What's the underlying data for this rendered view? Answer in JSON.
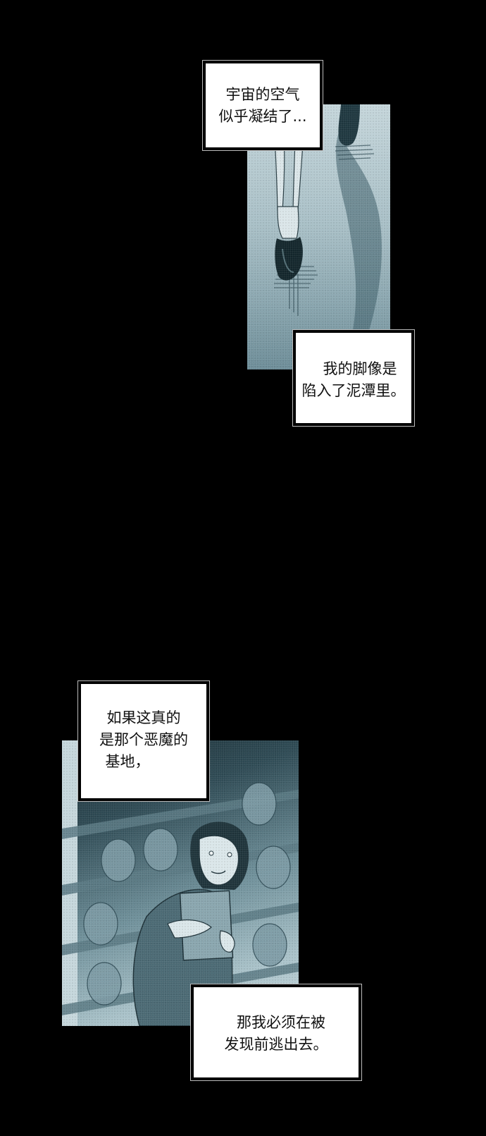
{
  "page": {
    "background": "#000000",
    "tint_light": "#c9d9dd",
    "tint_mid": "#7f9ea8",
    "tint_dark": "#2c4650"
  },
  "panels": [
    {
      "id": "feet-panel",
      "description": "Two feet in dark flat shoes sinking into misty ground",
      "captions": [
        {
          "lines": [
            "宇宙的空气",
            "似乎凝结了..."
          ]
        },
        {
          "lines": [
            "我的脚像是",
            "陷入了泥潭里。"
          ]
        }
      ]
    },
    {
      "id": "shelf-panel",
      "description": "Frightened young woman clutching a box in front of shelves lined with doll heads",
      "captions": [
        {
          "lines": [
            "如果这真的",
            "是那个恶魔的",
            "基地，"
          ]
        },
        {
          "lines": [
            "那我必须在被",
            "发现前逃出去。"
          ]
        }
      ]
    }
  ]
}
